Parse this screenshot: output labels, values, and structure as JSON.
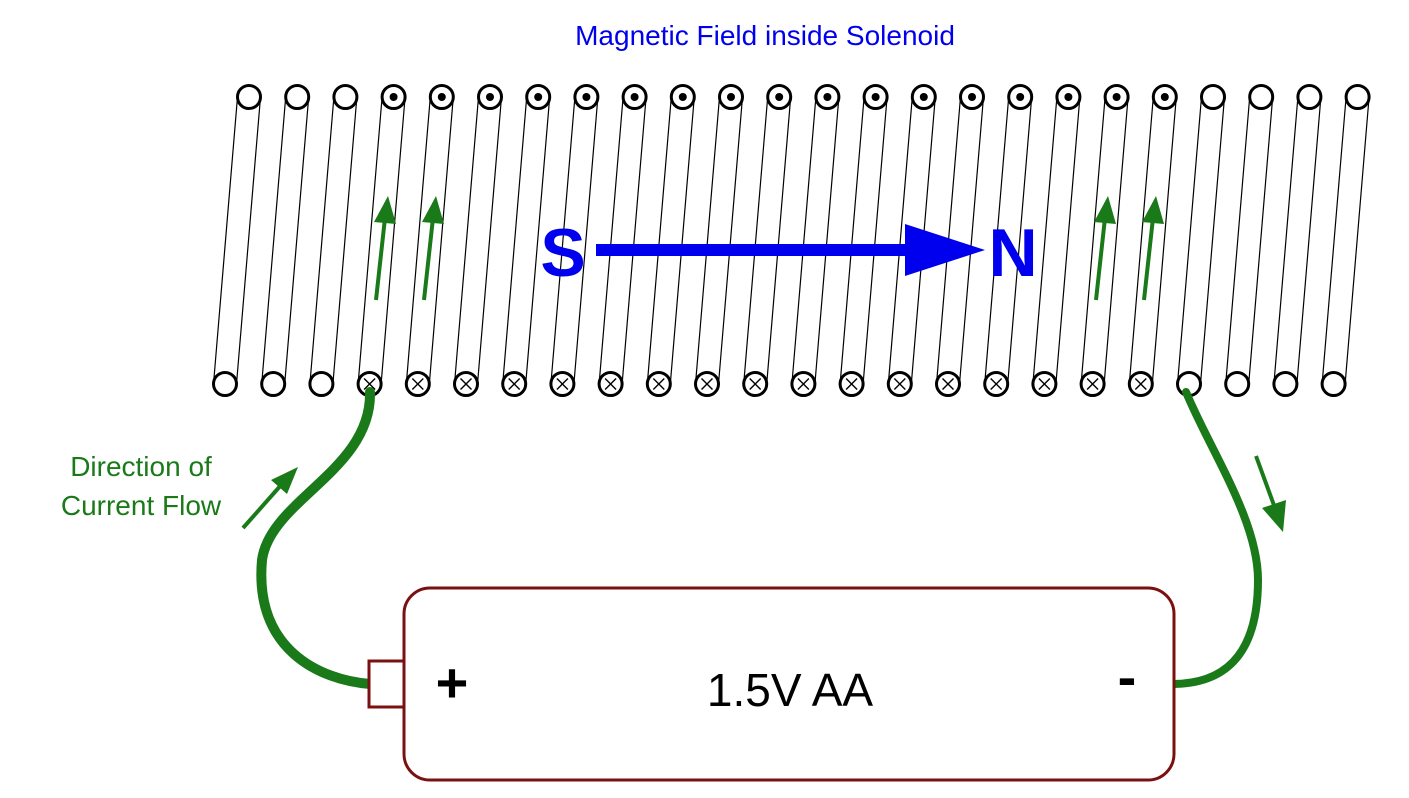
{
  "title": "Magnetic Field inside Solenoid",
  "poles": {
    "south": "S",
    "north": "N"
  },
  "current_label": {
    "line1": "Direction of",
    "line2": "Current Flow"
  },
  "battery": {
    "label": "1.5V  AA",
    "positive": "+",
    "negative": "-"
  },
  "colors": {
    "field": "#0000ee",
    "current": "#1a7a1a",
    "battery_outline": "#7a1010",
    "coil": "#000000"
  },
  "coil": {
    "turn_count": 24,
    "top_markers": [
      "empty",
      "empty",
      "empty",
      "dot",
      "dot",
      "dot",
      "dot",
      "dot",
      "dot",
      "dot",
      "dot",
      "dot",
      "dot",
      "dot",
      "dot",
      "dot",
      "dot",
      "dot",
      "dot",
      "dot",
      "empty",
      "empty",
      "empty",
      "empty"
    ],
    "bottom_markers": [
      "empty",
      "empty",
      "empty",
      "cross",
      "cross",
      "cross",
      "cross",
      "cross",
      "cross",
      "cross",
      "cross",
      "cross",
      "cross",
      "cross",
      "cross",
      "cross",
      "cross",
      "cross",
      "cross",
      "cross",
      "empty",
      "empty",
      "empty",
      "empty"
    ]
  }
}
